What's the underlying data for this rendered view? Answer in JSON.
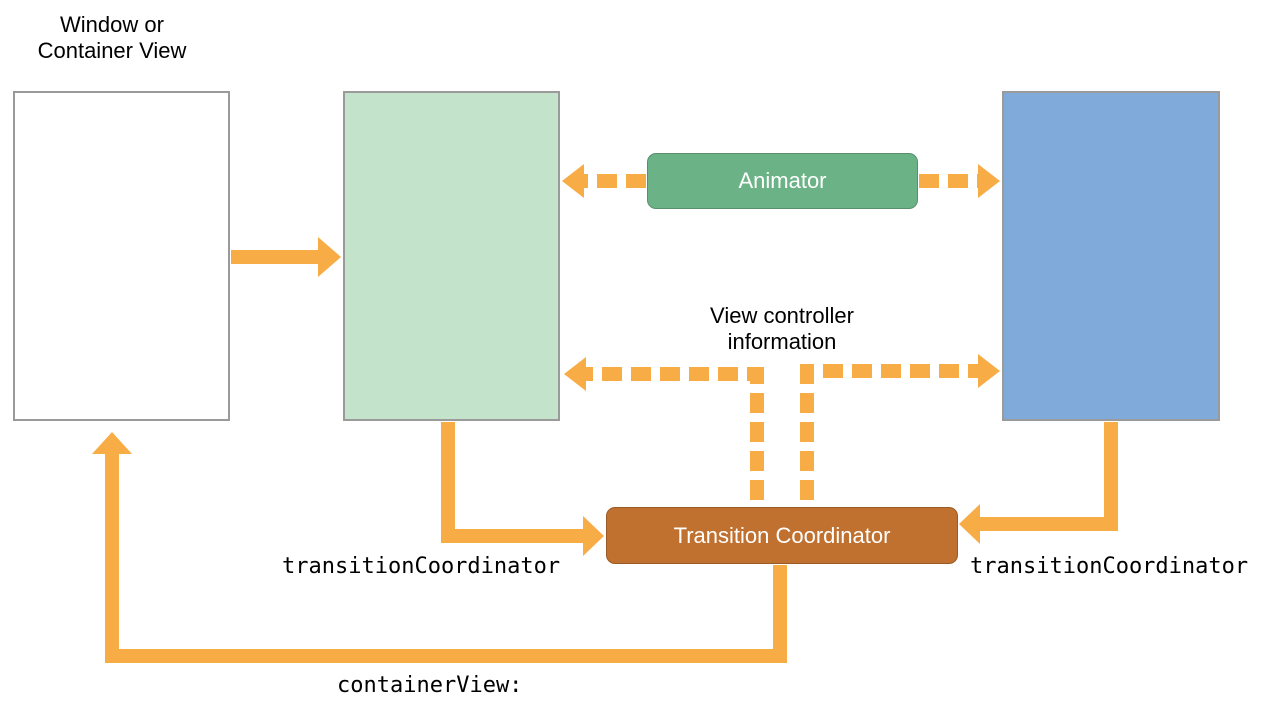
{
  "labels": {
    "window_or_container_view": "Window or\nContainer View",
    "view_controller_information": "View controller\ninformation"
  },
  "nodes": {
    "animator": "Animator",
    "transition_coordinator": "Transition Coordinator"
  },
  "code_labels": {
    "transition_coordinator_from": "transitionCoordinator",
    "transition_coordinator_to": "transitionCoordinator",
    "container_view": "containerView:"
  },
  "colors": {
    "arrow": "#f8ac45",
    "from_view_fill": "#c3e3ca",
    "to_view_fill": "#7faada",
    "animator_fill": "#6bb386",
    "coordinator_fill": "#c1712f",
    "box_border": "#9a9a9a"
  }
}
